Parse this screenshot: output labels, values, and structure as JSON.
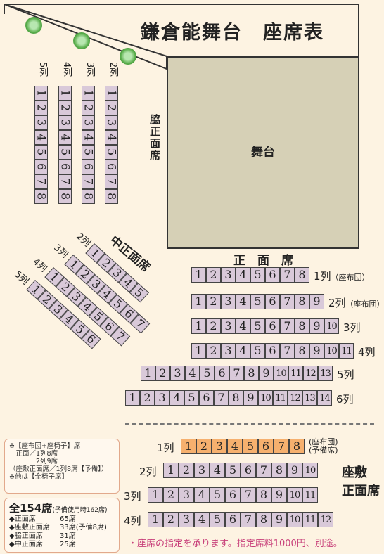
{
  "title": "鎌倉能舞台　座席表",
  "stage_label": "舞台",
  "waki_label": "脇正面席",
  "naka_label": "中正面席",
  "shomen_label": "正　面　席",
  "zashiki_label": "座敷\n正面席",
  "waki_rows": [
    {
      "label": "5列",
      "seats": [
        "1",
        "2",
        "3",
        "4",
        "5",
        "6",
        "7",
        "8"
      ]
    },
    {
      "label": "4列",
      "seats": [
        "1",
        "2",
        "3",
        "4",
        "5",
        "6",
        "7",
        "8"
      ]
    },
    {
      "label": "3列",
      "seats": [
        "1",
        "2",
        "3",
        "4",
        "5",
        "6",
        "7",
        "8"
      ]
    },
    {
      "label": "2列",
      "seats": [
        "1",
        "2",
        "3",
        "4",
        "5",
        "6",
        "7",
        "8"
      ]
    }
  ],
  "naka_rows": [
    {
      "label": "2列",
      "seats": [
        "1",
        "2",
        "3",
        "4",
        "5"
      ]
    },
    {
      "label": "3列",
      "seats": [
        "1",
        "2",
        "3",
        "4",
        "5",
        "6",
        "7"
      ]
    },
    {
      "label": "4列",
      "seats": [
        "1",
        "2",
        "3",
        "4",
        "5",
        "6",
        "7"
      ]
    },
    {
      "label": "5列",
      "seats": [
        "1",
        "2",
        "3",
        "4",
        "5",
        "6"
      ]
    }
  ],
  "shomen_rows": [
    {
      "label": "1列",
      "sub": "（座布団）",
      "seats": [
        "1",
        "2",
        "3",
        "4",
        "5",
        "6",
        "7",
        "8"
      ]
    },
    {
      "label": "2列",
      "sub": "（座布団）",
      "seats": [
        "1",
        "2",
        "3",
        "4",
        "5",
        "6",
        "7",
        "8",
        "9"
      ]
    },
    {
      "label": "3列",
      "sub": "",
      "seats": [
        "1",
        "2",
        "3",
        "4",
        "5",
        "6",
        "7",
        "8",
        "9",
        "10"
      ]
    },
    {
      "label": "4列",
      "sub": "",
      "seats": [
        "1",
        "2",
        "3",
        "4",
        "5",
        "6",
        "7",
        "8",
        "9",
        "10",
        "11"
      ]
    },
    {
      "label": "5列",
      "sub": "",
      "seats": [
        "1",
        "2",
        "3",
        "4",
        "5",
        "6",
        "7",
        "8",
        "9",
        "10",
        "11",
        "12",
        "13"
      ]
    },
    {
      "label": "6列",
      "sub": "",
      "seats": [
        "1",
        "2",
        "3",
        "4",
        "5",
        "6",
        "7",
        "8",
        "9",
        "10",
        "11",
        "12",
        "13",
        "14"
      ]
    }
  ],
  "zashiki_rows": [
    {
      "label": "1列",
      "sub": "(座布団)\n(予備席)",
      "seats": [
        "1",
        "2",
        "3",
        "4",
        "5",
        "6",
        "7",
        "8"
      ]
    },
    {
      "label": "2列",
      "sub": "",
      "seats": [
        "1",
        "2",
        "3",
        "4",
        "5",
        "6",
        "7",
        "8",
        "9",
        "10"
      ]
    },
    {
      "label": "3列",
      "sub": "",
      "seats": [
        "1",
        "2",
        "3",
        "4",
        "5",
        "6",
        "7",
        "8",
        "9",
        "10",
        "11"
      ]
    },
    {
      "label": "4列",
      "sub": "",
      "seats": [
        "1",
        "2",
        "3",
        "4",
        "5",
        "6",
        "7",
        "8",
        "9",
        "10",
        "11",
        "12"
      ]
    }
  ],
  "notes": [
    "※【座布団+座椅子】席",
    "　正面／1列8席",
    "　　　　2列9席",
    "（座敷正面席／1列8席【予備】）",
    "※他は【全椅子席】"
  ],
  "summary": {
    "title": "全154席",
    "title_note": "(予備使用時162席)",
    "rows": [
      {
        "k": "◆正面席",
        "v": "65席"
      },
      {
        "k": "◆座敷正面席",
        "v": "33席(予備8席)"
      },
      {
        "k": "◆脇正面席",
        "v": "31席"
      },
      {
        "k": "◆中正面席",
        "v": "25席"
      }
    ]
  },
  "footnote": "・座席の指定を承ります。指定席料1000円、別途。",
  "colors": {
    "seat": "#d9c9d9",
    "reserve_seat": "#f6b06e",
    "stage": "#d6d0b6",
    "background": "#fdf3e2",
    "footnote": "#c8407a"
  },
  "icons": [
    "tree-icon"
  ]
}
